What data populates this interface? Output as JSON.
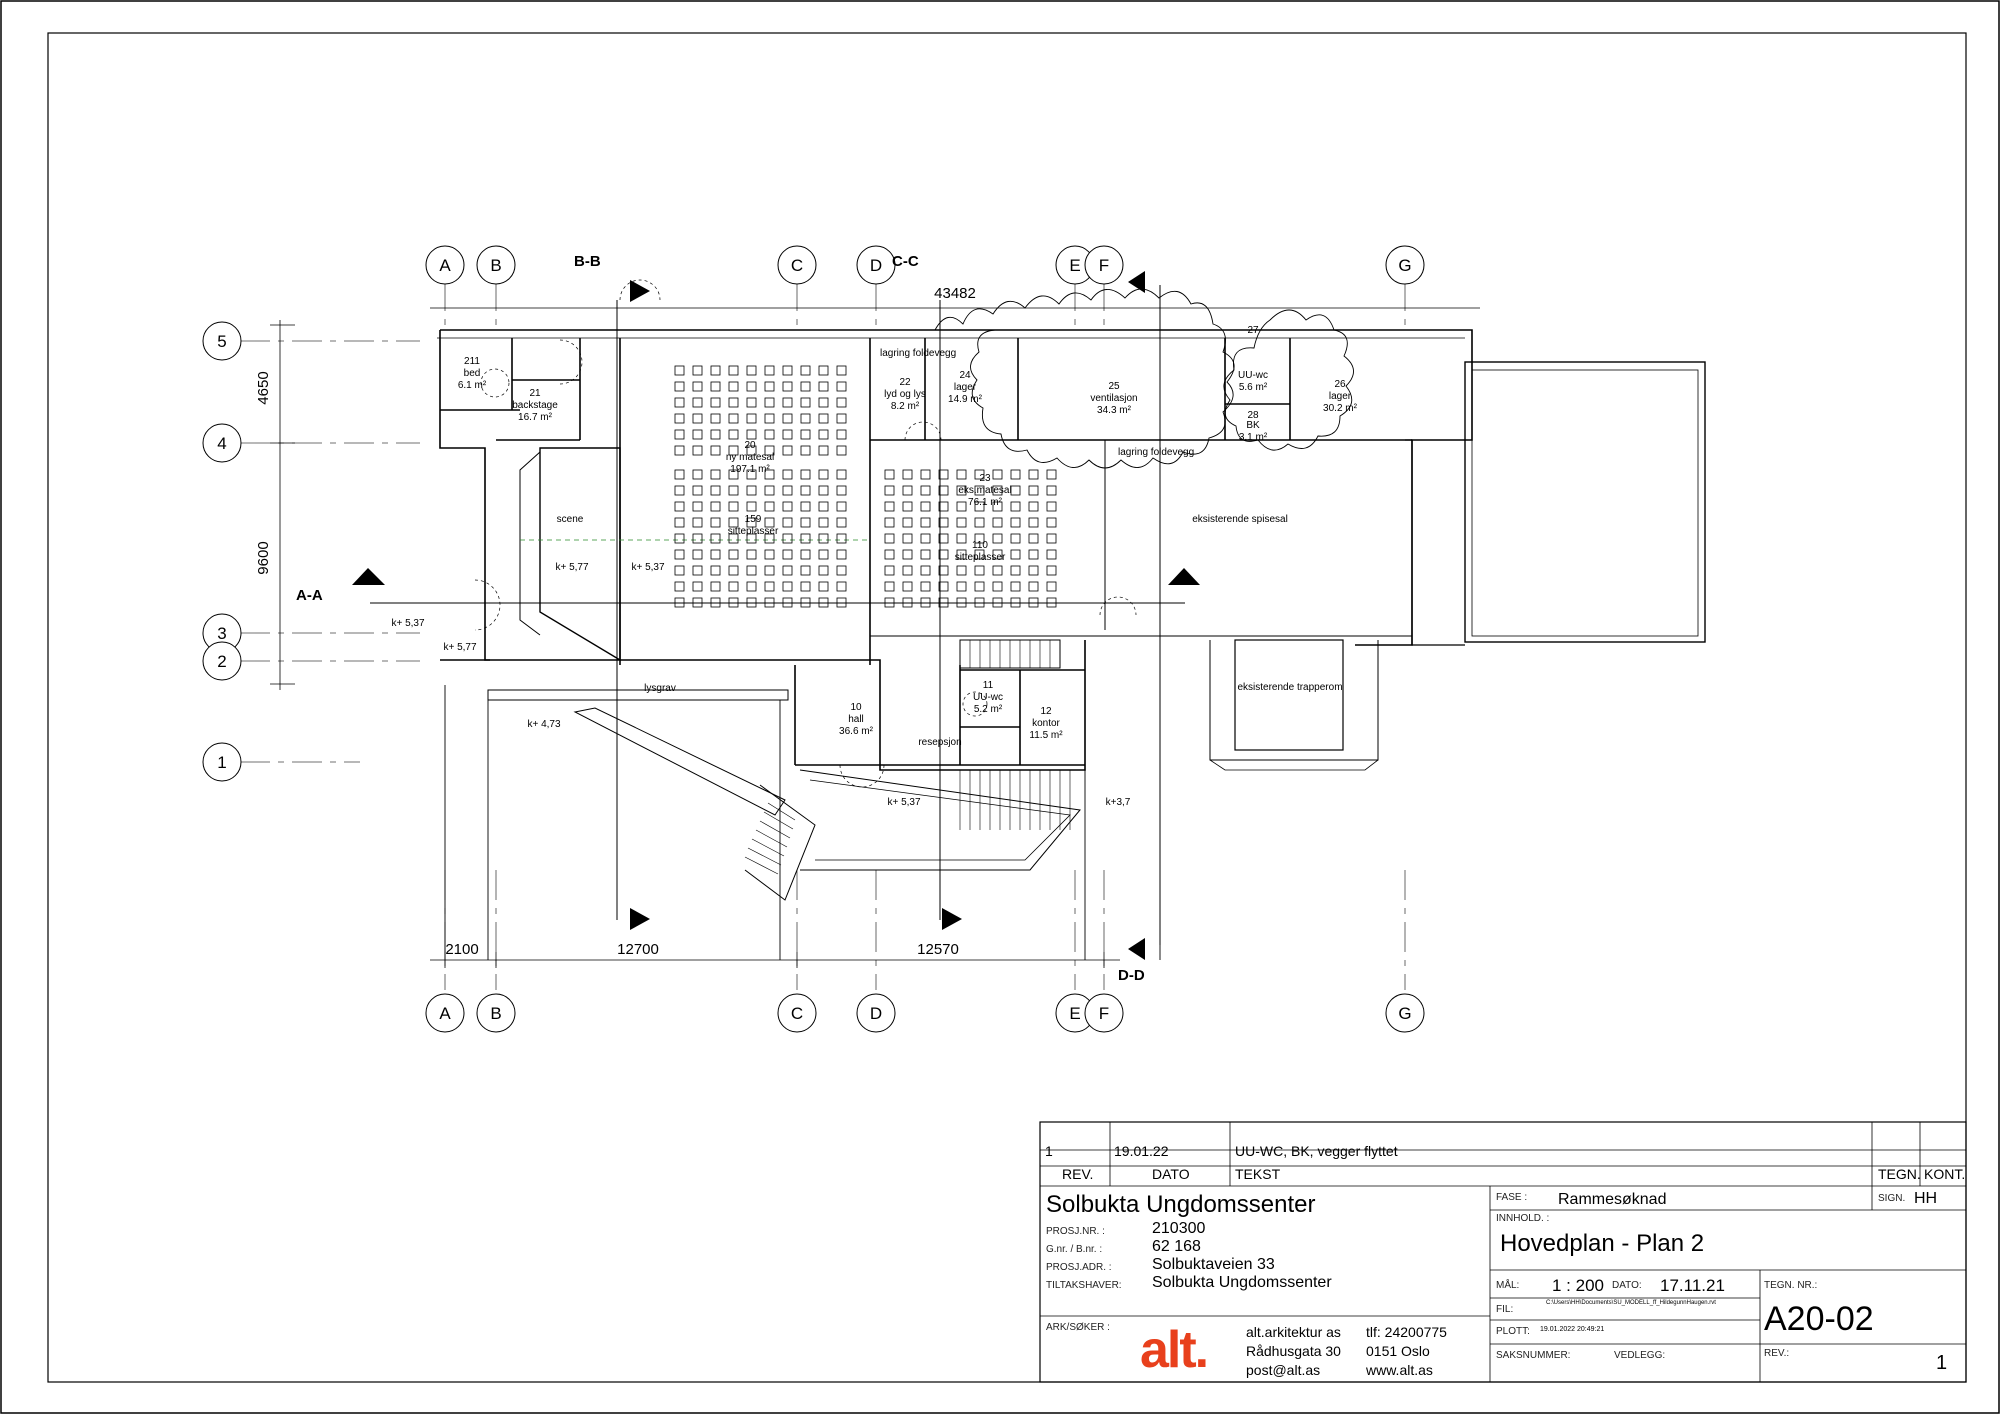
{
  "grid": {
    "columns": [
      "A",
      "B",
      "C",
      "D",
      "E",
      "F",
      "G"
    ],
    "rows": [
      "5",
      "4",
      "3",
      "2",
      "1"
    ]
  },
  "sections": {
    "aa": "A-A",
    "bb": "B-B",
    "cc": "C-C",
    "dd": "D-D"
  },
  "dimensions": {
    "overall": "43482",
    "left_4650": "4650",
    "left_9600": "9600",
    "bottom_2100": "2100",
    "bottom_12700": "12700",
    "bottom_12570": "12570"
  },
  "rooms": {
    "r211": {
      "num": "211",
      "name": "bed",
      "area": "6.1 m²"
    },
    "r21": {
      "num": "21",
      "name": "backstage",
      "area": "16.7 m²"
    },
    "r20": {
      "num": "20",
      "name": "ny matesal",
      "area": "197.1 m²"
    },
    "r20_seats": {
      "num": "159",
      "name": "sitteplasser"
    },
    "lagring1": "lagring foldevegg",
    "r22": {
      "num": "22",
      "name": "lyd og lys",
      "area": "8.2 m²"
    },
    "r24": {
      "num": "24",
      "name": "lager",
      "area": "14.9 m²"
    },
    "r25": {
      "num": "25",
      "name": "ventilasjon",
      "area": "34.3 m²"
    },
    "r27": {
      "num": "27",
      "name": "UU-wc",
      "area": "5.6 m²"
    },
    "r28": {
      "num": "28",
      "name": "BK",
      "area": "3.1 m²"
    },
    "r26": {
      "num": "26",
      "name": "lager",
      "area": "30.2 m²"
    },
    "lagring2": "lagring foldevegg",
    "r23": {
      "num": "23",
      "name": "eks.matesal",
      "area": "76.1 m²"
    },
    "r23_seats": {
      "num": "110",
      "name": "sitteplasser"
    },
    "scene": "scene",
    "eks_spisesal": "eksisterende spisesal",
    "eks_trapperom": "eksisterende trapperom",
    "lysgrav": "lysgrav",
    "r10": {
      "num": "10",
      "name": "hall",
      "area": "36.6 m²"
    },
    "resepsjon": "resepsjon",
    "r11": {
      "num": "11",
      "name": "UU-wc",
      "area": "5.2 m²"
    },
    "r12": {
      "num": "12",
      "name": "kontor",
      "area": "11.5 m²"
    }
  },
  "levels": {
    "k577a": "k+ 5,77",
    "k537a": "k+ 5,37",
    "k537b": "k+ 5,37",
    "k577b": "k+ 5,77",
    "k473": "k+ 4,73",
    "k537c": "k+ 5,37",
    "k37": "k+3,7"
  },
  "titleblock": {
    "rev_row": {
      "rev": "1",
      "date": "19.01.22",
      "text": "UU-WC, BK, vegger flyttet"
    },
    "headers": {
      "rev": "REV.",
      "dato": "DATO",
      "tekst": "TEKST",
      "tegn": "TEGN.",
      "kont": "KONT."
    },
    "project_name": "Solbukta Ungdomssenter",
    "labels": {
      "prosj_nr": "PROSJ.NR. :",
      "gnr": "G.nr. / B.nr. :",
      "prosj_adr": "PROSJ.ADR. :",
      "tiltakshaver": "TILTAKSHAVER:",
      "ark": "ARK/SØKER :",
      "fase": "FASE :",
      "sign": "SIGN.",
      "innhold": "INNHOLD. :",
      "mal": "MÅL:",
      "dato": "DATO:",
      "tegn_nr": "TEGN. NR.:",
      "fil": "FIL:",
      "plott": "PLOTT:",
      "saksnummer": "SAKSNUMMER:",
      "vedlegg": "VEDLEGG:",
      "rev": "REV.:"
    },
    "values": {
      "prosj_nr": "210300",
      "gnr": "62 168",
      "prosj_adr": "Solbuktaveien 33",
      "tiltakshaver": "Solbukta Ungdomssenter",
      "fase": "Rammesøknad",
      "sign": "HH",
      "innhold": "Hovedplan - Plan 2",
      "mal": "1 : 200",
      "dato": "17.11.21",
      "tegn_nr": "A20-02",
      "fil": "C:\\Users\\HH\\Documents\\SU_MODELL_ff_HildegunnHaugen.rvt",
      "plott": "19.01.2022 20:49:21",
      "rev": "1"
    },
    "office": {
      "logo": "alt.",
      "name": "alt.arkitektur as",
      "street": "Rådhusgata 30",
      "email": "post@alt.as",
      "phone": "tlf: 24200775",
      "city": "0151 Oslo",
      "web": "www.alt.as"
    },
    "colors": {
      "logo": "#e8401c"
    }
  }
}
